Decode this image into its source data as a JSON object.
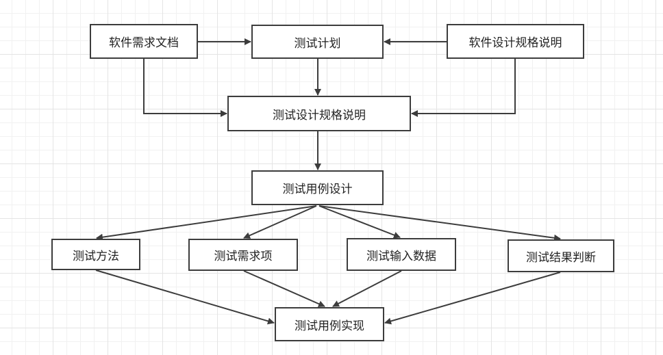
{
  "nodes": {
    "software_requirements_doc": "软件需求文档",
    "test_plan": "测试计划",
    "software_design_spec": "软件设计规格说明",
    "test_design_spec": "测试设计规格说明",
    "test_case_design": "测试用例设计",
    "test_method": "测试方法",
    "test_requirement_item": "测试需求项",
    "test_input_data": "测试输入数据",
    "test_result_judgment": "测试结果判断",
    "test_case_implementation": "测试用例实现"
  },
  "edges": [
    {
      "from": "软件需求文档",
      "to": "测试计划"
    },
    {
      "from": "软件设计规格说明",
      "to": "测试计划"
    },
    {
      "from": "测试计划",
      "to": "测试设计规格说明"
    },
    {
      "from": "软件需求文档",
      "to": "测试设计规格说明"
    },
    {
      "from": "软件设计规格说明",
      "to": "测试设计规格说明"
    },
    {
      "from": "测试设计规格说明",
      "to": "测试用例设计"
    },
    {
      "from": "测试用例设计",
      "to": "测试方法"
    },
    {
      "from": "测试用例设计",
      "to": "测试需求项"
    },
    {
      "from": "测试用例设计",
      "to": "测试输入数据"
    },
    {
      "from": "测试用例设计",
      "to": "测试结果判断"
    },
    {
      "from": "测试方法",
      "to": "测试用例实现"
    },
    {
      "from": "测试需求项",
      "to": "测试用例实现"
    },
    {
      "from": "测试输入数据",
      "to": "测试用例实现"
    },
    {
      "from": "测试结果判断",
      "to": "测试用例实现"
    }
  ],
  "colors": {
    "stroke": "#3c3c3c",
    "grid": "#e4e4e4",
    "text": "#222222"
  }
}
